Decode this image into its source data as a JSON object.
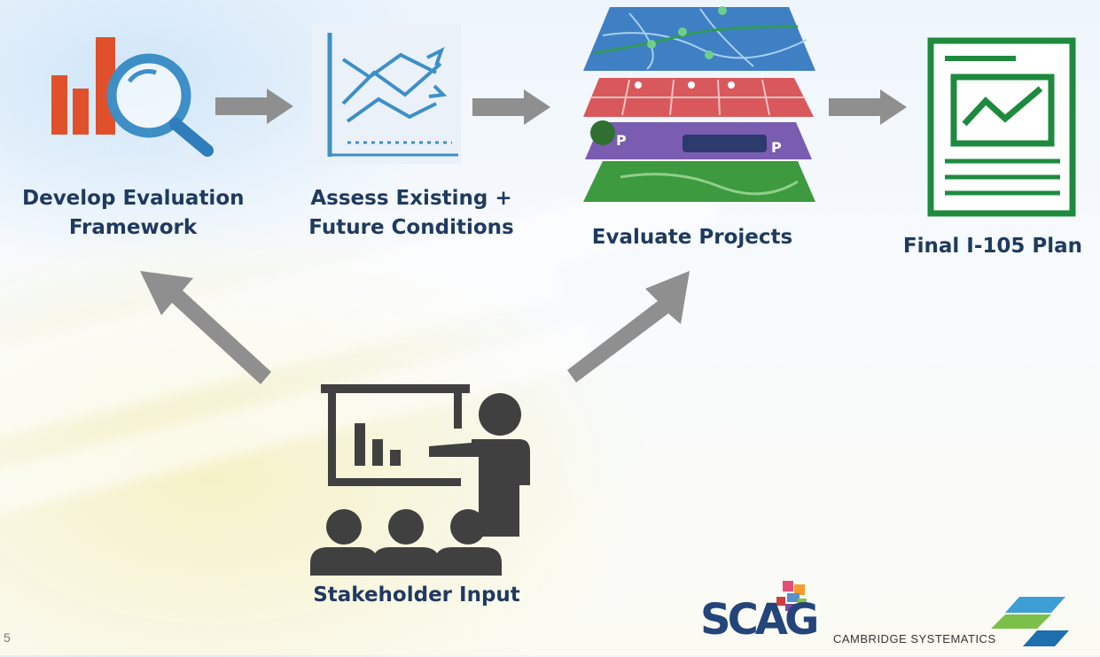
{
  "steps": [
    {
      "line1": "Develop Evaluation",
      "line2": "Framework",
      "icon": "chart-magnifier-icon"
    },
    {
      "line1": "Assess Existing +",
      "line2": "Future Conditions",
      "icon": "trend-lines-icon"
    },
    {
      "line1": "Evaluate Projects",
      "icon": "map-layers-icon"
    },
    {
      "line1": "Final I-105 Plan",
      "icon": "report-chart-icon"
    }
  ],
  "stakeholder": {
    "label": "Stakeholder Input",
    "icon": "presentation-audience-icon"
  },
  "page_number": "5",
  "logos": {
    "scag": {
      "text": "SCAG",
      "icon": "scag-logo"
    },
    "cambridge": {
      "text": "CAMBRIDGE SYSTEMATICS",
      "icon": "cambridge-systematics-logo"
    }
  },
  "colors": {
    "title_text": "#1f3a5f",
    "arrow": "#8f8f8f",
    "orange": "#e0512b",
    "blue_icon": "#3d8fc6",
    "green": "#1e8a3e",
    "dark_icon": "#404040"
  }
}
